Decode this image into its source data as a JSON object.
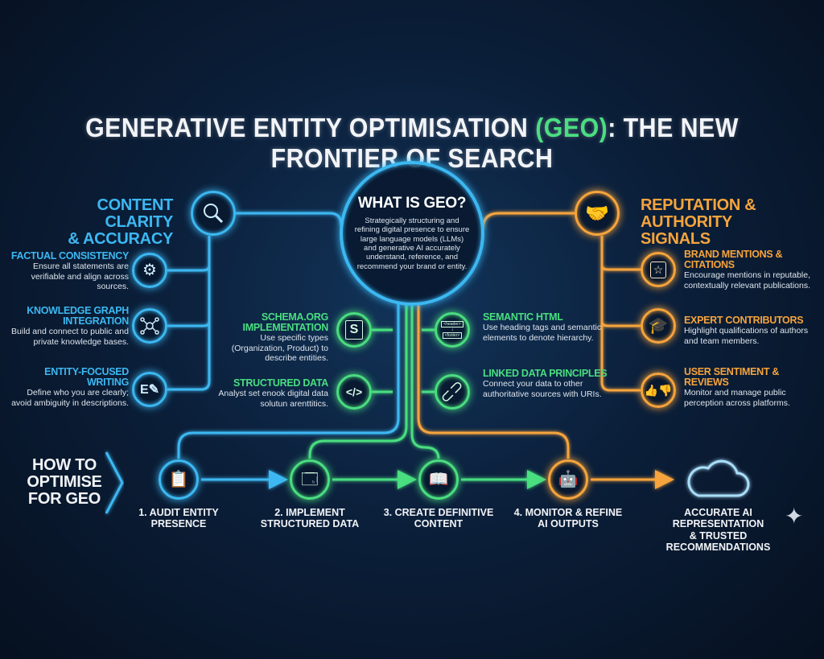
{
  "title": {
    "before": "GENERATIVE ENTITY OPTIMISATION ",
    "highlight": "(GEO)",
    "after": ": THE NEW FRONTIER OF SEARCH"
  },
  "colors": {
    "blue": "#3cb8f2",
    "green": "#4ade80",
    "orange": "#f6a43c",
    "background": "#0b1f3a"
  },
  "center": {
    "heading": "WHAT IS GEO?",
    "text": "Strategically structuring and refining digital presence to ensure large language models (LLMs) and generative AI accurately understand, reference, and recommend your brand or entity."
  },
  "left": {
    "heading_line1": "CONTENT CLARITY",
    "heading_line2": "& ACCURACY",
    "icon": "magnifier-icon",
    "items": [
      {
        "title": "FACTUAL CONSISTENCY",
        "text": "Ensure all statements are verifiable and align across sources.",
        "icon": "gears-icon"
      },
      {
        "title": "KNOWLEDGE GRAPH INTEGRATION",
        "text": "Build and connect to public and private knowledge bases.",
        "icon": "network-icon"
      },
      {
        "title": "ENTITY-FOCUSED WRITING",
        "text": "Define who you are clearly; avoid ambiguity in descriptions.",
        "icon": "document-pen-icon"
      }
    ]
  },
  "middle": {
    "items": [
      {
        "title": "SCHEMA.ORG IMPLEMENTATION",
        "text": "Use specific types (Organization, Product) to describe entities.",
        "icon": "schema-file-icon",
        "glyph": "S"
      },
      {
        "title": "STRUCTURED DATA",
        "text": "Analyst set enook digital data solutun arenttitics.",
        "icon": "code-icon",
        "glyph": "</>"
      },
      {
        "title": "SEMANTIC HTML",
        "text": "Use heading tags and semantic elements to denote hierarchy.",
        "icon": "html-tags-icon",
        "glyph_top": "<header>",
        "glyph_bottom": "<footer>"
      },
      {
        "title": "LINKED DATA PRINCIPLES",
        "text": "Connect your data to other authoritative sources with URIs.",
        "icon": "link-icon"
      }
    ]
  },
  "right": {
    "heading_line1": "REPUTATION &",
    "heading_line2": "AUTHORITY SIGNALS",
    "icon": "handshake-icon",
    "items": [
      {
        "title": "BRAND MENTIONS & CITATIONS",
        "text": "Encourage mentions in reputable, contextually relevant publications.",
        "icon": "star-speech-bubble-icon"
      },
      {
        "title": "EXPERT CONTRIBUTORS",
        "text": "Highlight qualifications of authors and team members.",
        "icon": "graduate-icon"
      },
      {
        "title": "USER SENTIMENT & REVIEWS",
        "text": "Monitor and manage public perception across platforms.",
        "icon": "thumbs-icon"
      }
    ]
  },
  "process": {
    "label_line1": "HOW TO",
    "label_line2": "OPTIMISE",
    "label_line3": "FOR GEO",
    "steps": [
      {
        "line1": "1. AUDIT ENTITY",
        "line2": "PRESENCE",
        "icon": "clipboard-checklist-icon"
      },
      {
        "line1": "2. IMPLEMENT",
        "line2": "STRUCTURED DATA",
        "icon": "browser-window-icon"
      },
      {
        "line1": "3. CREATE DEFINITIVE",
        "line2": "CONTENT",
        "icon": "open-book-icon"
      },
      {
        "line1": "4. MONITOR & REFINE",
        "line2": "AI OUTPUTS",
        "icon": "robot-icon"
      }
    ],
    "outcome": {
      "line1": "ACCURATE AI REPRESENTATION",
      "line2": "& TRUSTED RECOMMENDATIONS",
      "icon": "cloud-icon"
    }
  }
}
